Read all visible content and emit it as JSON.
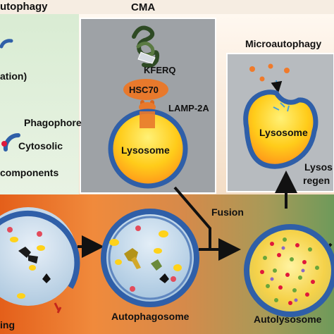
{
  "sections": {
    "macro_title": "utophagy",
    "cma_title": "CMA",
    "micro_title": "Microautophagy"
  },
  "labels": {
    "partial_label": "ation)",
    "phagophore": "Phagophore",
    "cytosolic_line1": "Cytosolic",
    "cytosolic_line2": "components",
    "kferq": "KFERQ",
    "hsc70": "HSC70",
    "lamp2a": "LAMP-2A",
    "lysosome_cma": "Lysosome",
    "lysosome_micro": "Lysosome",
    "lysosome_regen_line1": "Lysos",
    "lysosome_regen_line2": "regen",
    "fusion": "Fusion",
    "autophagosome": "Autophagosome",
    "autolysosome": "Autolysosome",
    "partial_bottom": "ing"
  },
  "colors": {
    "membrane_blue": "#2f5fa8",
    "lysosome_yellow": "#ffd21a",
    "lysosome_orange": "#ff9a1a",
    "hsc70_orange": "#e8792c",
    "cma_panel": "#9ea2a6",
    "micro_panel": "#b7bbbf",
    "gradient_orange": "#e86e1e",
    "gradient_green": "#7d9a5c",
    "arrow_black": "#111111"
  },
  "icons": [
    "kferq-protein-icon",
    "lamp2a-receptor-icon",
    "cargo-dot-icon",
    "fusion-arrow-icon"
  ]
}
